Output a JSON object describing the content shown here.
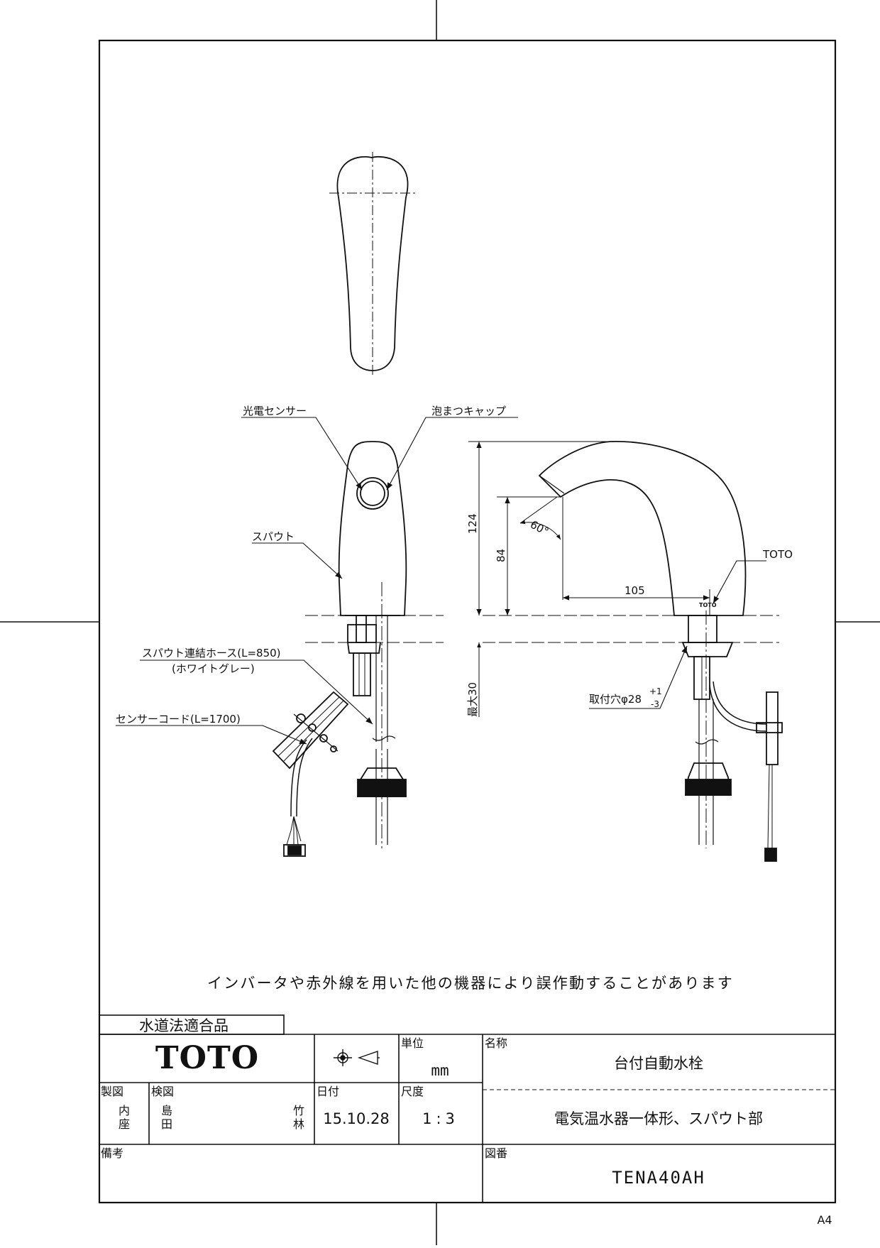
{
  "labels": {
    "photo_sensor": "光電センサー",
    "aerator_cap": "泡まつキャップ",
    "spout": "スパウト",
    "hose_line1": "スパウト連結ホース(L=850)",
    "hose_line2": "(ホワイトグレー)",
    "sensor_cord": "センサーコード(L=1700)",
    "mounting_hole": "取付穴φ28",
    "tol_plus": "+1",
    "tol_minus": "-3",
    "brand_mark": "TOTO"
  },
  "dimensions": {
    "height_total": "124",
    "height_outlet": "84",
    "reach": "105",
    "angle": "60°",
    "max_thickness": "最大30"
  },
  "warning": "インバータや赤外線を用いた他の機器により誤作動することがあります",
  "title_block": {
    "certification": "水道法適合品",
    "logo": "TOTO",
    "unit_label": "単位",
    "unit_value": "mm",
    "name_label": "名称",
    "name_value": "台付自動水栓",
    "subtitle": "電気温水器一体形、スパウト部",
    "drawn_label": "製図",
    "drawn_by_1": "内",
    "drawn_by_2": "座",
    "checked_label": "検図",
    "checker_a1": "島",
    "checker_a2": "田",
    "checker_b1": "竹",
    "checker_b2": "林",
    "date_label": "日付",
    "date_value": "15.10.28",
    "scale_label": "尺度",
    "scale_value": "1:3",
    "remarks_label": "備考",
    "drawing_no_label": "図番",
    "drawing_no": "TENA40AH"
  },
  "paper_size": "A4"
}
